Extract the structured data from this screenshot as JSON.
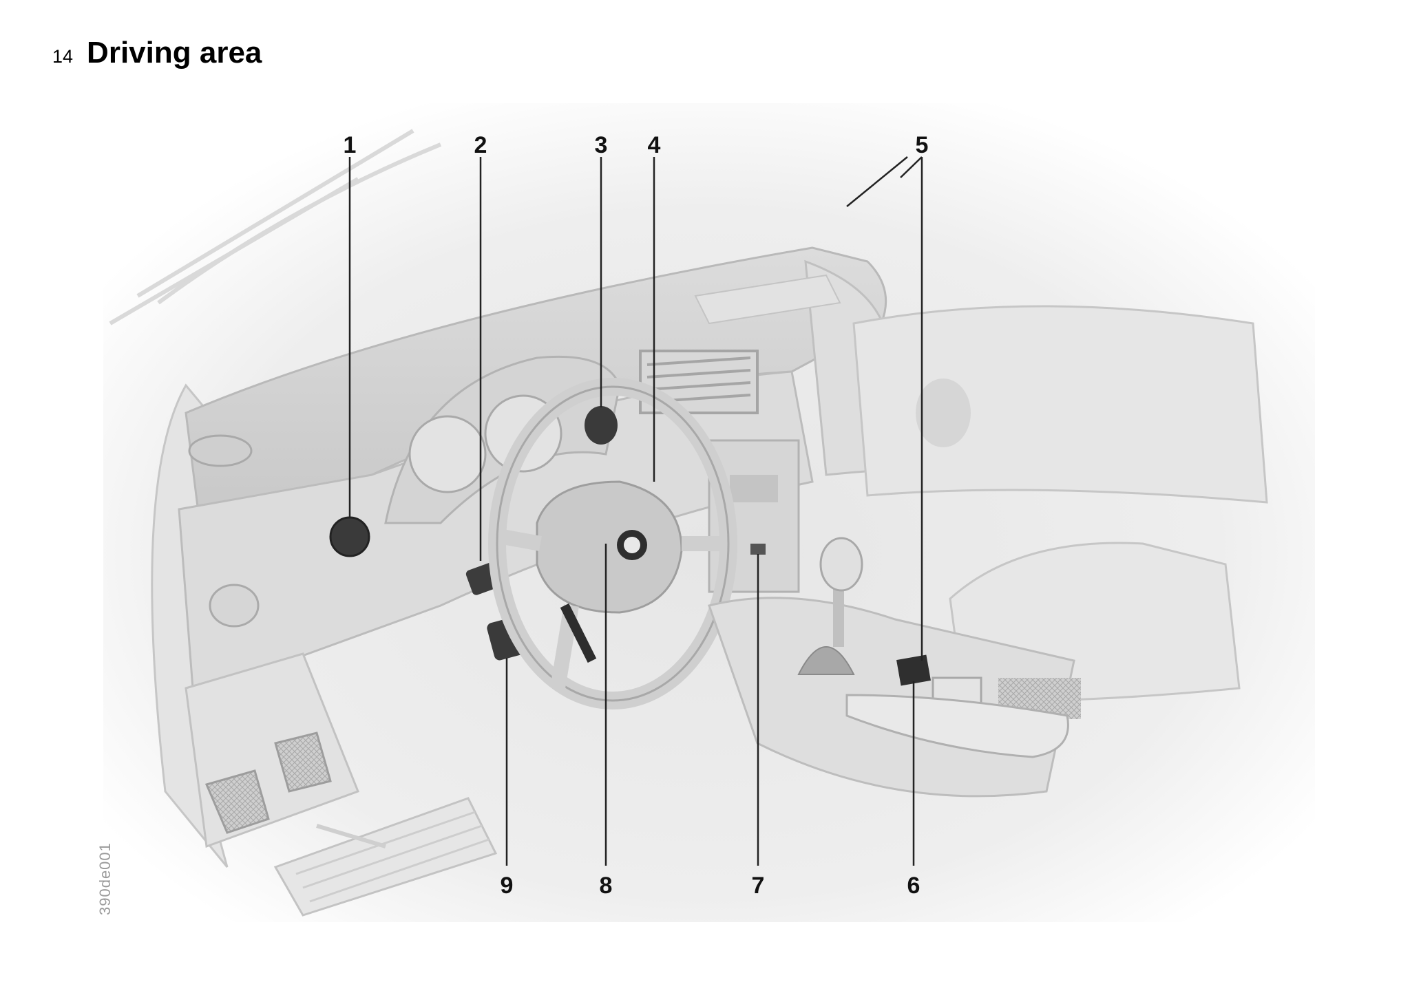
{
  "page": {
    "number": "14",
    "title": "Driving area"
  },
  "figure": {
    "id": "390de001",
    "description_items": [
      "1",
      "2",
      "3",
      "4",
      "5",
      "6",
      "7",
      "8",
      "9"
    ]
  }
}
